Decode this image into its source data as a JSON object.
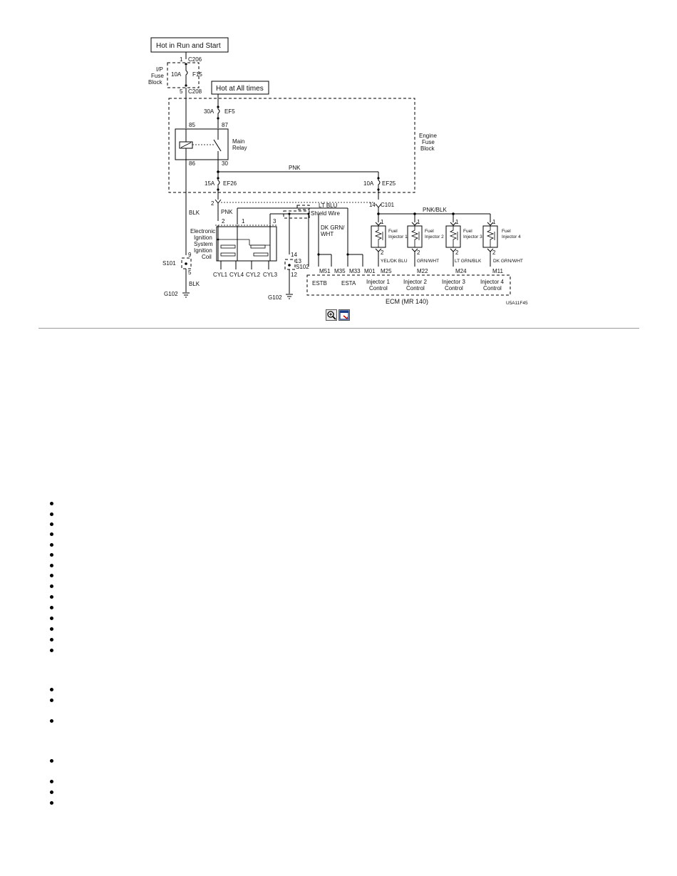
{
  "diagram": {
    "hot_run_start": "Hot in Run and Start",
    "hot_all_times": "Hot at All times",
    "ip_fuse_block": [
      "I/P",
      "Fuse",
      "Block"
    ],
    "engine_fuse_block": [
      "Engine",
      "Fuse",
      "Block"
    ],
    "main_relay": [
      "Main",
      "Relay"
    ],
    "ignition_coil": [
      "Electronic",
      "Ignition",
      "System",
      "Ignition",
      "Coil"
    ],
    "c206_pin1": "1",
    "c206": "C206",
    "f15_amp": "10A",
    "f15": "F15",
    "c208_pin5": "5",
    "c208": "C208",
    "ef5_amp": "30A",
    "ef5": "EF5",
    "pin85": "85",
    "pin87": "87",
    "pin86": "86",
    "pin30": "30",
    "pnk_top": "PNK",
    "ef26_amp": "15A",
    "ef26": "EF26",
    "ef25_amp": "10A",
    "ef25": "EF25",
    "c101_left_pin": "2",
    "c101_right_pin": "14",
    "c101": "C101",
    "lt_blu": "LT BLU",
    "shield_wire": "Shield Wire",
    "blk_upper": "BLK",
    "pnk_coil": "PNK",
    "coil_pin2": "2",
    "coil_pin1": "1",
    "coil_pin3": "3",
    "dk_grn_wht": [
      "DK GRN/",
      "WHT"
    ],
    "pnk_blk": "PNK/BLK",
    "s101": "S101",
    "s101_pin9": "9",
    "s101_pin5": "5",
    "blk_lower": "BLK",
    "g102_left": "G102",
    "s102": "S102",
    "s102_pin14": "14",
    "s102_pin13": "13",
    "s102_pin12": "12",
    "g102_mid": "G102",
    "cylinders": [
      "CYL1",
      "CYL4",
      "CYL2",
      "CYL3"
    ],
    "injectors": [
      {
        "label": [
          "Fuel",
          "Injector 1"
        ],
        "pin_top": "1",
        "pin_bottom": "2",
        "wire": "YEL/DK BLU",
        "ecm_pin": "M25",
        "control": [
          "Injector 1",
          "Control"
        ]
      },
      {
        "label": [
          "Fuel",
          "Injector 2"
        ],
        "pin_top": "1",
        "pin_bottom": "2",
        "wire": "GRN/WHT",
        "ecm_pin": "M22",
        "control": [
          "Injector 2",
          "Control"
        ]
      },
      {
        "label": [
          "Fuel",
          "Injector 3"
        ],
        "pin_top": "1",
        "pin_bottom": "2",
        "wire": "LT GRN/BLK",
        "ecm_pin": "M24",
        "control": [
          "Injector 3",
          "Control"
        ]
      },
      {
        "label": [
          "Fuel",
          "Injector 4"
        ],
        "pin_top": "1",
        "pin_bottom": "2",
        "wire": "DK GRN/WHT",
        "ecm_pin": "M11",
        "control": [
          "Injector 4",
          "Control"
        ]
      }
    ],
    "ecm_pins_left": [
      "M51",
      "M35",
      "M33",
      "M01"
    ],
    "estb": "ESTB",
    "esta": "ESTA",
    "ecm": "ECM (MR 140)",
    "figure_id": "U5A11F45"
  },
  "toolbar": {
    "zoom_icon": "magnifier-zoom-icon",
    "view_icon": "open-window-icon"
  },
  "list": {
    "bullet_count": 21
  }
}
